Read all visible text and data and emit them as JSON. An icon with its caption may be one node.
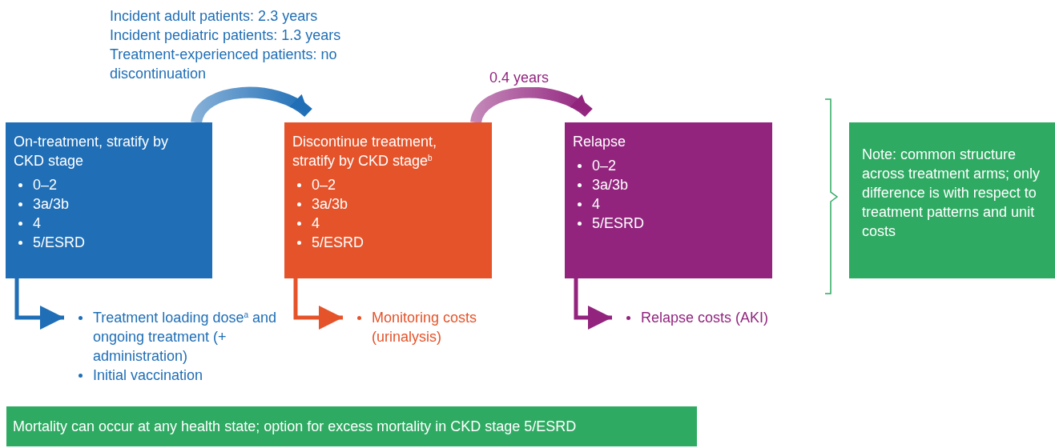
{
  "diagram": {
    "nodes": [
      {
        "text": [
          "On-treatment, stratify by CKD stage",
          "0–2",
          "3a/3b",
          "4",
          "5/ESRD"
        ]
      },
      {
        "text": [
          "Discontinue treatment, stratify by CKD stage$^{b}$",
          "0–2",
          "3a/3b",
          "4",
          "5/ESRD"
        ]
      },
      {
        "text": [
          "Relapse",
          "0–2",
          "3a/3b",
          "4",
          "5/ESRD"
        ]
      },
      {
        "text": [
          "Note: common structure across treatment arms; only difference is with respect to treatment patterns and unit costs"
        ]
      },
      {
        "text": [
          "Treatment loading dose$^{a}$ and ongoing treatment (+ administration)",
          "Initial vaccination"
        ]
      },
      {
        "text": [
          "Monitoring costs (urinalysis)"
        ]
      },
      {
        "text": [
          "Relapse costs (AKI)"
        ]
      },
      {
        "text": [
          "Mortality can occur at any health state; option for excess mortality in CKD stage 5/ESRD"
        ]
      }
    ],
    "edges": [
      {
        "from": 0,
        "to": 1,
        "arrow": "to",
        "style": "thick",
        "color": "#1f6eb6"
      },
      {
        "from": 1,
        "to": 2,
        "arrow": "to",
        "label": "0.4 years",
        "style": "thick",
        "color": "#92247e"
      },
      {
        "from": 0,
        "to": 4,
        "arrow": "to",
        "color": "#1f6eb6"
      },
      {
        "from": 1,
        "to": 5,
        "arrow": "to",
        "color": "#e5532a"
      },
      {
        "from": 2,
        "to": 6,
        "arrow": "to",
        "color": "#92247e"
      }
    ],
    "labels": [
      "Incident adult patients: 2.3 years",
      "Incident pediatric patients: 1.3 years",
      "Treatment-experienced patients: no discontinuation"
    ]
  }
}
